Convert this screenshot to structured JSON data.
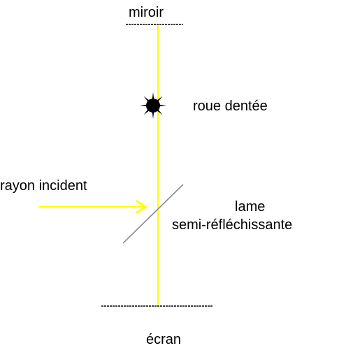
{
  "labels": {
    "mirror": "miroir",
    "toothed_wheel": "roue dentée",
    "incident_ray": "rayon incident",
    "plate_line1": "lame",
    "plate_line2": "semi-réfléchissante",
    "screen": "écran"
  },
  "colors": {
    "beam": "#ffff00",
    "mirror": "#404040",
    "plate": "#808080",
    "screen": "#404040",
    "wheel": "#000000",
    "text": "#000000"
  },
  "icons": {
    "wheel": "toothed-wheel-icon",
    "arrow": "arrowhead-icon"
  }
}
